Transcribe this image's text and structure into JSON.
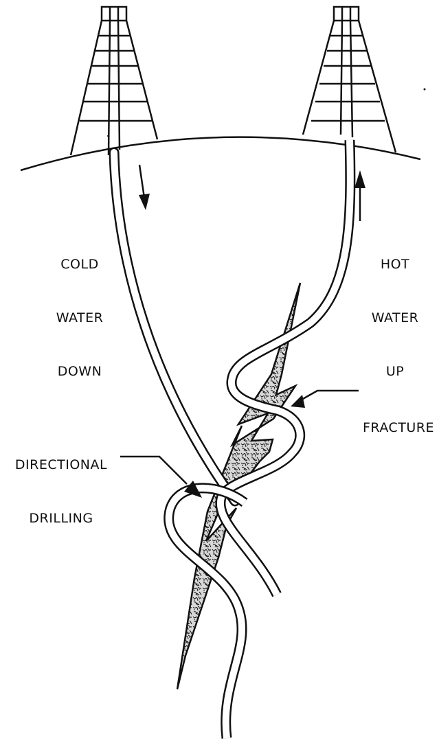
{
  "labels": {
    "cold_water_down": [
      "COLD",
      "WATER",
      "DOWN"
    ],
    "hot_water_up": [
      "HOT",
      "WATER",
      "UP"
    ],
    "fracture": "FRACTURE",
    "directional_drilling": [
      "DIRECTIONAL",
      "DRILLING"
    ]
  },
  "colors": {
    "ink": "#111111",
    "paper": "#ffffff"
  }
}
